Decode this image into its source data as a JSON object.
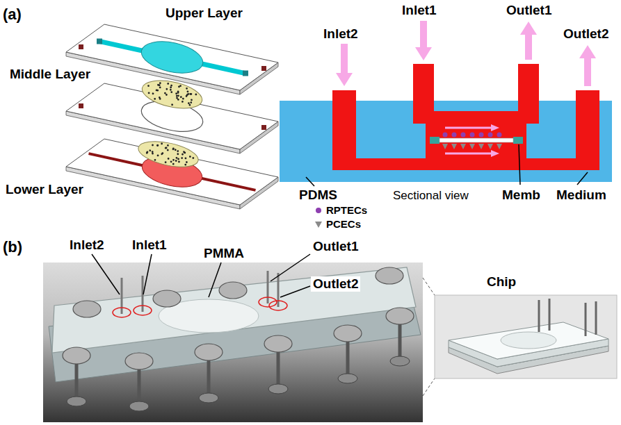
{
  "diagram": {
    "labels": [
      "(a)",
      "Upper Layer",
      "Middle Layer",
      "Lower Layer",
      "Inlet2",
      "Inlet1",
      "Outlet1",
      "Outlet2",
      "PDMS",
      "Sectional view",
      "Memb",
      "Medium",
      "(b)",
      "Inlet2",
      "Inlet1",
      "PMMA",
      "Outlet1",
      "Outlet2",
      "Chip"
    ],
    "legend": [
      {
        "text": "RPTECs"
      },
      {
        "text": "PCECs"
      }
    ]
  }
}
